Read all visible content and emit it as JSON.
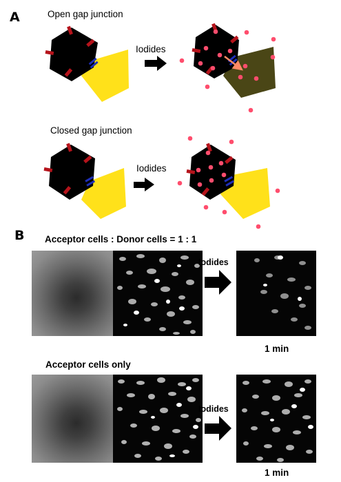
{
  "panel_a": {
    "letter": "A",
    "open_title": "Open gap junction",
    "closed_title": "Closed gap junction",
    "arrow_label_open": "Iodides",
    "arrow_label_closed": "Iodides"
  },
  "panel_b": {
    "letter": "B",
    "top_title": "Acceptor cells : Donor cells = 1 : 1",
    "bottom_title": "Acceptor cells only",
    "arrow_label_top": "Iodides",
    "arrow_label_bottom": "Iodides",
    "time_top": "1 min",
    "time_bottom": "1 min"
  },
  "colors": {
    "donor_cell": "#000000",
    "acceptor_cell": "#ffe11a",
    "acceptor_quenched": "#4a4616",
    "hemichannel": "#b5131b",
    "gap_junction": "#1f2fb8",
    "iodide": "#ff4d6d",
    "flow_arrow": "#ff8a66"
  },
  "icons": {
    "arrow": "right-arrow-icon"
  }
}
